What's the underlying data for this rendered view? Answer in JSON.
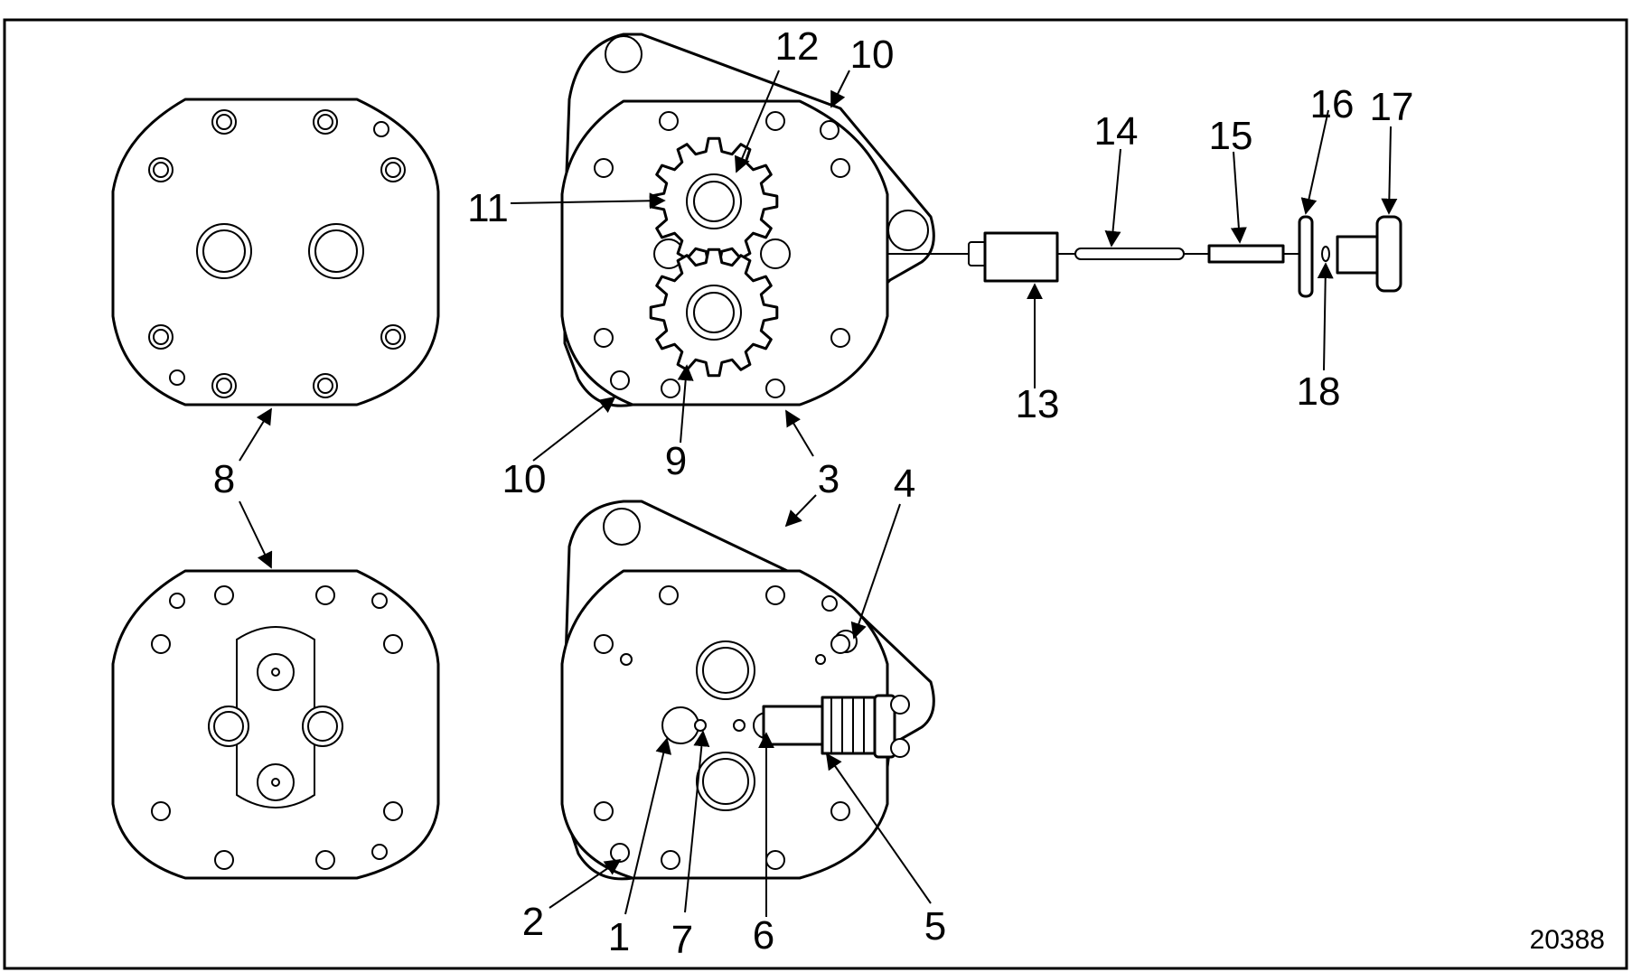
{
  "figure_number": "20388",
  "callouts": [
    "1",
    "2",
    "3",
    "3",
    "4",
    "5",
    "6",
    "7",
    "8",
    "9",
    "10",
    "10",
    "11",
    "12",
    "13",
    "14",
    "15",
    "16",
    "17",
    "18"
  ],
  "colors": {
    "line": "#000000",
    "background": "#ffffff"
  }
}
